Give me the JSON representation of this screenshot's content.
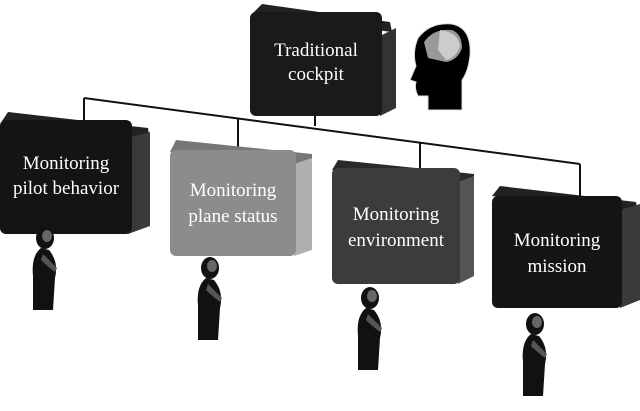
{
  "root": {
    "line1": "Traditional",
    "line2": "cockpit",
    "color": "#1a1a1a"
  },
  "children": [
    {
      "line1": "Monitoring",
      "line2": "pilot behavior",
      "color": "#141414"
    },
    {
      "line1": "Monitoring",
      "line2": "plane status",
      "color": "#8c8c8c"
    },
    {
      "line1": "Monitoring",
      "line2": "environment",
      "color": "#3c3c3c"
    },
    {
      "line1": "Monitoring",
      "line2": "mission",
      "color": "#151515"
    }
  ]
}
